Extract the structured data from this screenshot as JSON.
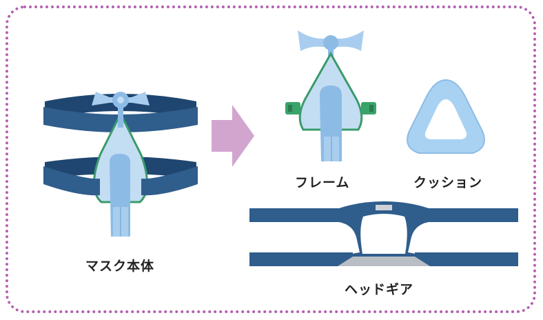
{
  "labels": {
    "mask_body": "マスク本体",
    "frame": "フレーム",
    "cushion": "クッション",
    "headgear": "ヘッドギア"
  },
  "colors": {
    "border": "#b45fb0",
    "arrow": "#d2a5cf",
    "strap_dark": "#2f5d8c",
    "strap_edge": "#1f4670",
    "mask_light": "#a9cdee",
    "mask_blue": "#8cbbe6",
    "mask_outline": "#3a9a6a",
    "clip_green": "#3aa36a",
    "cushion": "#a9d2f2",
    "pad_gray": "#b9bec4"
  },
  "icons": [
    "mask-body-illustration",
    "arrow-right-icon",
    "frame-illustration",
    "cushion-illustration",
    "headgear-illustration"
  ]
}
